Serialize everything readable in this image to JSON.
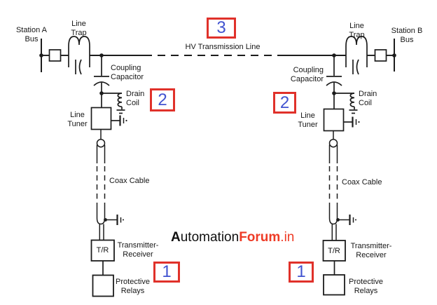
{
  "stations": {
    "a": "Station A\nBus",
    "b": "Station B\nBus"
  },
  "components": {
    "line_trap": "Line\nTrap",
    "hv_line": "HV Transmission Line",
    "coupling_capacitor": "Coupling\nCapacitor",
    "drain_coil": "Drain\nCoil",
    "line_tuner": "Line\nTuner",
    "coax_cable": "Coax Cable",
    "tr": "T/R",
    "transmitter_receiver": "Transmitter-\nReceiver",
    "protective_relays": "Protective\nRelays"
  },
  "markers": {
    "one": "1",
    "two": "2",
    "three": "3"
  },
  "watermark": {
    "a": "A",
    "utomation": "utomation",
    "forum": "Forum",
    "tld": ".in"
  },
  "colors": {
    "ink": "#1c1c1c",
    "marker_border": "#e0312a",
    "marker_digit": "#4153d0",
    "watermark_black": "#111111",
    "watermark_red": "#ee3b26"
  }
}
